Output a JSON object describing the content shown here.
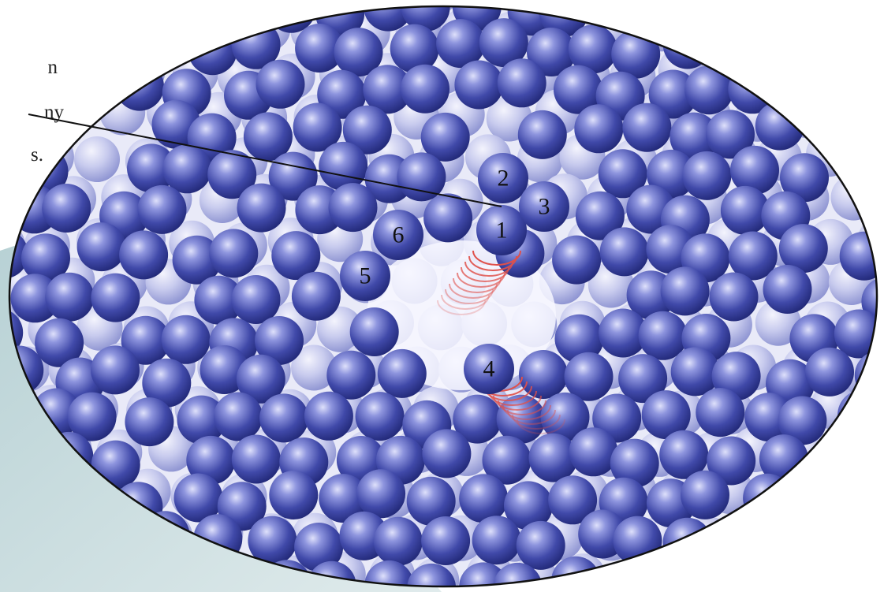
{
  "caption": {
    "lines": [
      "n",
      "ny",
      "s."
    ]
  },
  "numbered_spheres": [
    {
      "label": "1"
    },
    {
      "label": "2"
    },
    {
      "label": "3"
    },
    {
      "label": "4"
    },
    {
      "label": "5"
    },
    {
      "label": "6"
    }
  ],
  "colors": {
    "sphere_base": "#3a44a8",
    "sphere_highlight": "#c9ccf2",
    "background_sphere": "#c7c9ec",
    "vibration_arcs": "#e0504a",
    "ellipse_outline": "#111111",
    "callout_wedge": "#b9d1d4"
  }
}
